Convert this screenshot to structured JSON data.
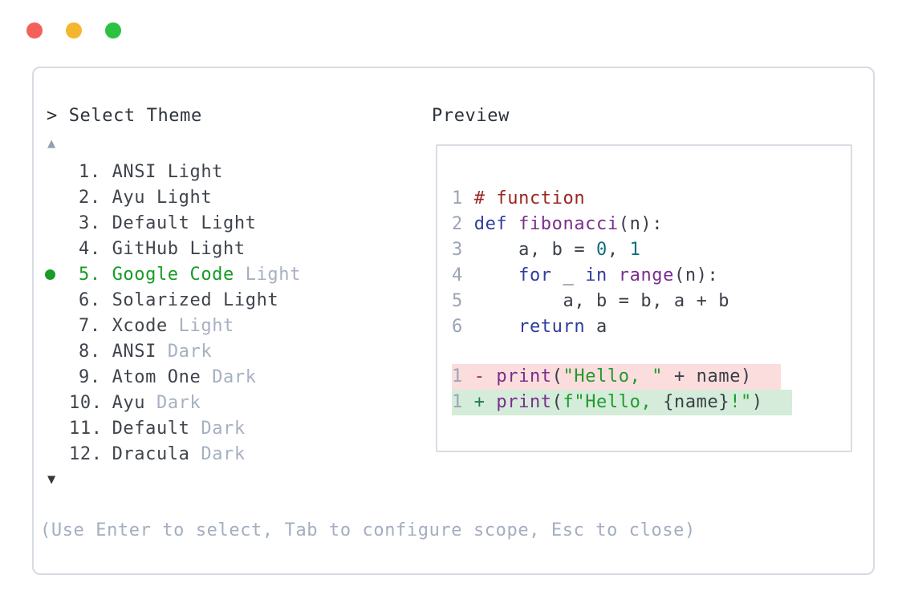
{
  "window_controls": {
    "close_color": "#f4615b",
    "minimize_color": "#f4b62e",
    "maximize_color": "#2cc143"
  },
  "selector": {
    "title": "> Select Theme",
    "scroll_up_icon": "▲",
    "scroll_down_icon": "▼",
    "items": [
      {
        "number": "1.",
        "name": "ANSI Light",
        "muted": "",
        "selected": false
      },
      {
        "number": "2.",
        "name": "Ayu Light",
        "muted": "",
        "selected": false
      },
      {
        "number": "3.",
        "name": "Default Light",
        "muted": "",
        "selected": false
      },
      {
        "number": "4.",
        "name": "GitHub Light",
        "muted": "",
        "selected": false
      },
      {
        "number": "5.",
        "name": "Google Code",
        "muted": "Light",
        "selected": true
      },
      {
        "number": "6.",
        "name": "Solarized Light",
        "muted": "",
        "selected": false
      },
      {
        "number": "7.",
        "name": "Xcode",
        "muted": "Light",
        "selected": false
      },
      {
        "number": "8.",
        "name": "ANSI",
        "muted": "Dark",
        "selected": false
      },
      {
        "number": "9.",
        "name": "Atom One",
        "muted": "Dark",
        "selected": false
      },
      {
        "number": "10.",
        "name": "Ayu",
        "muted": "Dark",
        "selected": false
      },
      {
        "number": "11.",
        "name": "Default",
        "muted": "Dark",
        "selected": false
      },
      {
        "number": "12.",
        "name": "Dracula",
        "muted": "Dark",
        "selected": false
      }
    ],
    "help": "(Use Enter to select, Tab to configure scope, Esc to close)"
  },
  "preview": {
    "title": "Preview",
    "code_lines": [
      {
        "num": "1",
        "tokens": [
          {
            "t": "# function",
            "s": "comment"
          }
        ]
      },
      {
        "num": "2",
        "tokens": [
          {
            "t": "def ",
            "s": "keyword"
          },
          {
            "t": "fibonacci",
            "s": "function"
          },
          {
            "t": "(n):",
            "s": "text"
          }
        ]
      },
      {
        "num": "3",
        "tokens": [
          {
            "t": "    a, b = ",
            "s": "text"
          },
          {
            "t": "0",
            "s": "number"
          },
          {
            "t": ", ",
            "s": "text"
          },
          {
            "t": "1",
            "s": "number"
          }
        ]
      },
      {
        "num": "4",
        "tokens": [
          {
            "t": "    ",
            "s": "text"
          },
          {
            "t": "for",
            "s": "keyword"
          },
          {
            "t": " _ ",
            "s": "text"
          },
          {
            "t": "in",
            "s": "keyword"
          },
          {
            "t": " ",
            "s": "text"
          },
          {
            "t": "range",
            "s": "function"
          },
          {
            "t": "(n):",
            "s": "text"
          }
        ]
      },
      {
        "num": "5",
        "tokens": [
          {
            "t": "        a, b = b, a + b",
            "s": "text"
          }
        ]
      },
      {
        "num": "6",
        "tokens": [
          {
            "t": "    ",
            "s": "text"
          },
          {
            "t": "return",
            "s": "keyword"
          },
          {
            "t": " a",
            "s": "text"
          }
        ]
      }
    ],
    "diff_lines": [
      {
        "num": "1",
        "kind": "removed",
        "tokens": [
          {
            "t": "- ",
            "s": "diff-minus"
          },
          {
            "t": "print",
            "s": "function"
          },
          {
            "t": "(",
            "s": "text"
          },
          {
            "t": "\"Hello, \"",
            "s": "string"
          },
          {
            "t": " + name",
            "s": "text"
          },
          {
            "t": ")",
            "s": "text"
          }
        ]
      },
      {
        "num": "1",
        "kind": "added",
        "tokens": [
          {
            "t": "+ ",
            "s": "diff-plus"
          },
          {
            "t": "print",
            "s": "function"
          },
          {
            "t": "(",
            "s": "text"
          },
          {
            "t": "f\"Hello, ",
            "s": "string"
          },
          {
            "t": "{name}",
            "s": "text"
          },
          {
            "t": "!\"",
            "s": "string"
          },
          {
            "t": ")",
            "s": "text"
          }
        ]
      }
    ]
  },
  "colors": {
    "selected_green": "#189b27",
    "muted_gray": "#a6b0c2",
    "text_dark": "#3a3f48",
    "line_number_gray": "#9aa4b6",
    "comment_red": "#992622",
    "keyword_blue": "#2f3c9e",
    "function_purple": "#7b2e8d",
    "number_teal": "#116e7c",
    "string_green": "#219a2f",
    "diff_removed_bg": "#fbdddd",
    "diff_added_bg": "#d4ecd9",
    "panel_border": "#d6dae2"
  }
}
